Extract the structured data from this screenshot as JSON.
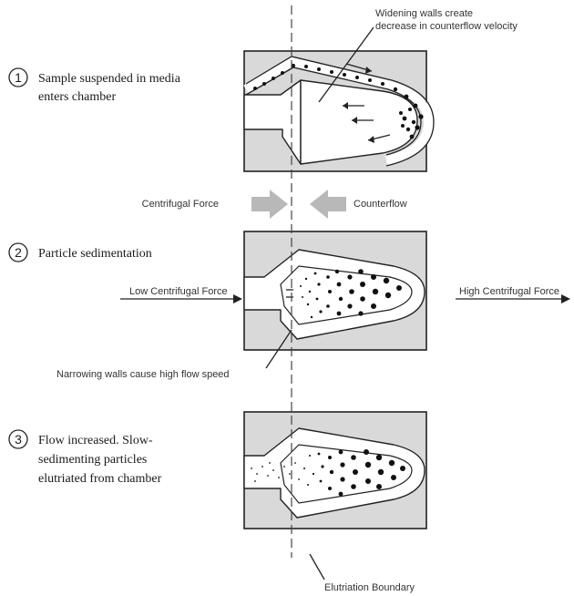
{
  "steps": [
    {
      "number": "1",
      "lines": [
        "Sample suspended in media",
        "enters chamber"
      ]
    },
    {
      "number": "2",
      "lines": [
        "Particle  sedimentation"
      ]
    },
    {
      "number": "3",
      "lines": [
        "Flow increased.  Slow-",
        "sedimenting particles",
        "elutriated  from chamber"
      ]
    }
  ],
  "annotations": {
    "widening": [
      "Widening walls create",
      "decrease in counterflow velocity"
    ],
    "centrifugal_force": "Centrifugal Force",
    "counterflow": "Counterflow",
    "low_centrifugal": "Low Centrifugal Force",
    "high_centrifugal": "High Centrifugal Force",
    "narrowing": "Narrowing walls cause high flow speed",
    "boundary": "Elutriation Boundary"
  },
  "colors": {
    "chamber_fill": "#d9d9d9",
    "arrow_gray": "#b8b8b8",
    "ink": "#222222"
  }
}
